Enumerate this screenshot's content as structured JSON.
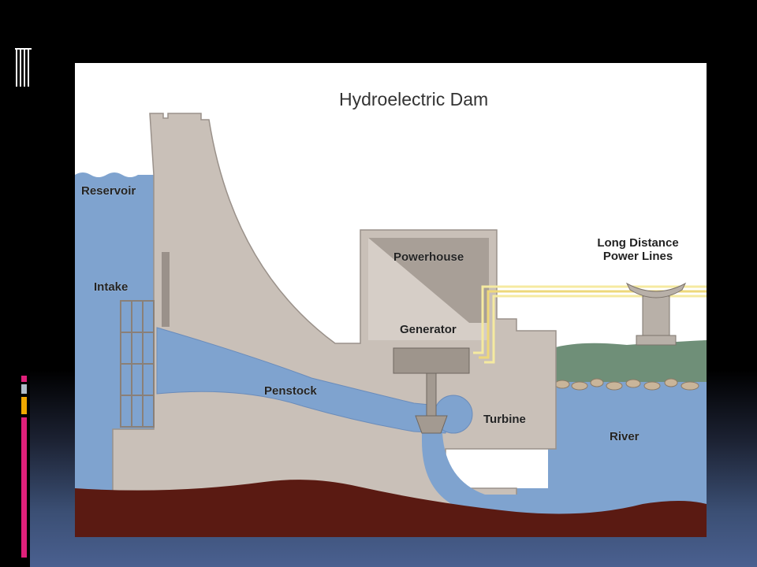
{
  "diagram": {
    "title": "Hydroelectric Dam",
    "labels": {
      "reservoir": "Reservoir",
      "intake": "Intake",
      "penstock": "Penstock",
      "powerhouse": "Powerhouse",
      "generator": "Generator",
      "turbine": "Turbine",
      "river": "River",
      "power_lines_line1": "Long Distance",
      "power_lines_line2": "Power Lines"
    }
  },
  "colors": {
    "slide_background": "#000000",
    "gradient_bottom": "#4a6090",
    "water": "#7fa3cf",
    "concrete": "#c9c0b8",
    "bedrock": "#5a1a12",
    "grass": "#6f8f78",
    "power_line": "#f5eaa0",
    "accent_pink": "#e0207a",
    "accent_orange": "#f0a800"
  }
}
